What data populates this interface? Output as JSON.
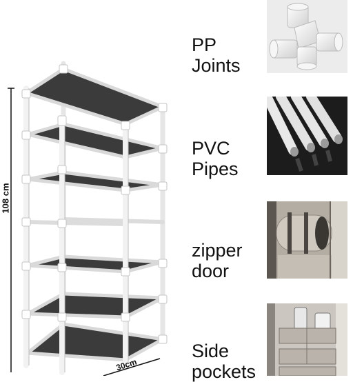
{
  "dimensions": {
    "height": "108 cm",
    "depth": "30cm"
  },
  "features": [
    {
      "label": "PP\nJoints",
      "photo_icon": "pp-joint-icon"
    },
    {
      "label": "PVC\nPipes",
      "photo_icon": "pvc-pipes-icon"
    },
    {
      "label": "zipper\ndoor",
      "photo_icon": "zipper-door-icon"
    },
    {
      "label": "Side\npockets",
      "photo_icon": "side-pockets-icon"
    }
  ]
}
